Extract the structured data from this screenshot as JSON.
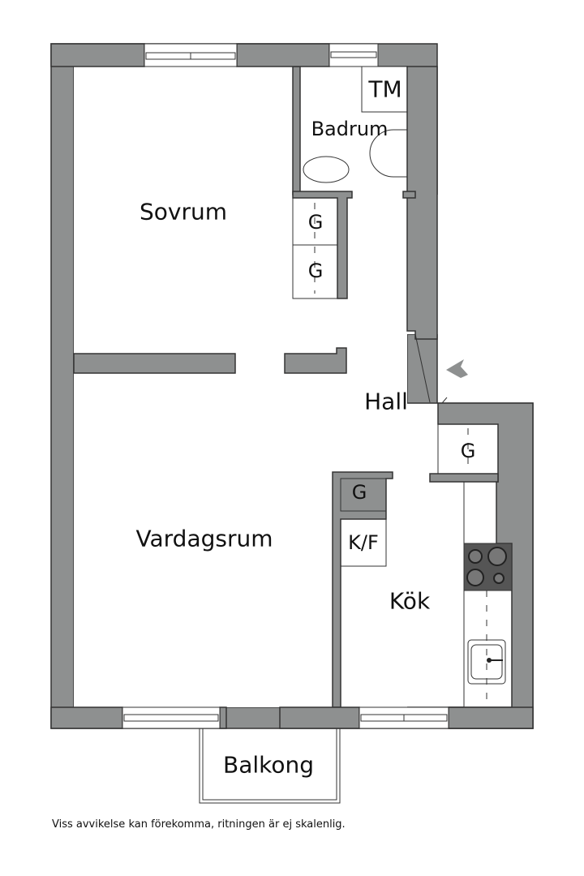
{
  "plan": {
    "wall_color": "#8e9090",
    "outline_color": "#333333",
    "stove_color": "#555555",
    "rooms": {
      "sovrum": "Sovrum",
      "badrum": "Badrum",
      "hall": "Hall",
      "vardagsrum": "Vardagsrum",
      "kok": "Kök",
      "balkong": "Balkong"
    },
    "fixtures": {
      "tm": "TM",
      "g_bed_1": "G",
      "g_bed_2": "G",
      "g_hall": "G",
      "g_kitchen": "G",
      "kf": "K/F"
    },
    "entrance_icon": "entrance-arrow-icon"
  },
  "footer": {
    "disclaimer": "Viss avvikelse kan förekomma, ritningen är ej skalenlig."
  }
}
